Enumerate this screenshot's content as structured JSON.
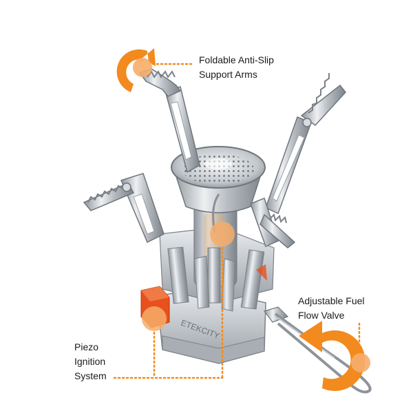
{
  "callouts": {
    "support_arms": {
      "line1": "Foldable Anti-Slip",
      "line2": "Support Arms"
    },
    "fuel_valve": {
      "line1": "Adjustable Fuel",
      "line2": "Flow Valve"
    },
    "ignition": {
      "line1": "Piezo",
      "line2": "Ignition",
      "line3": "System"
    }
  },
  "product": {
    "brand_text": "ETEKCITY"
  },
  "colors": {
    "accent": "#f28a1e",
    "marker": "#f6ad6a",
    "metal": "#c9cdd2",
    "ignitor": "#e8501d"
  }
}
